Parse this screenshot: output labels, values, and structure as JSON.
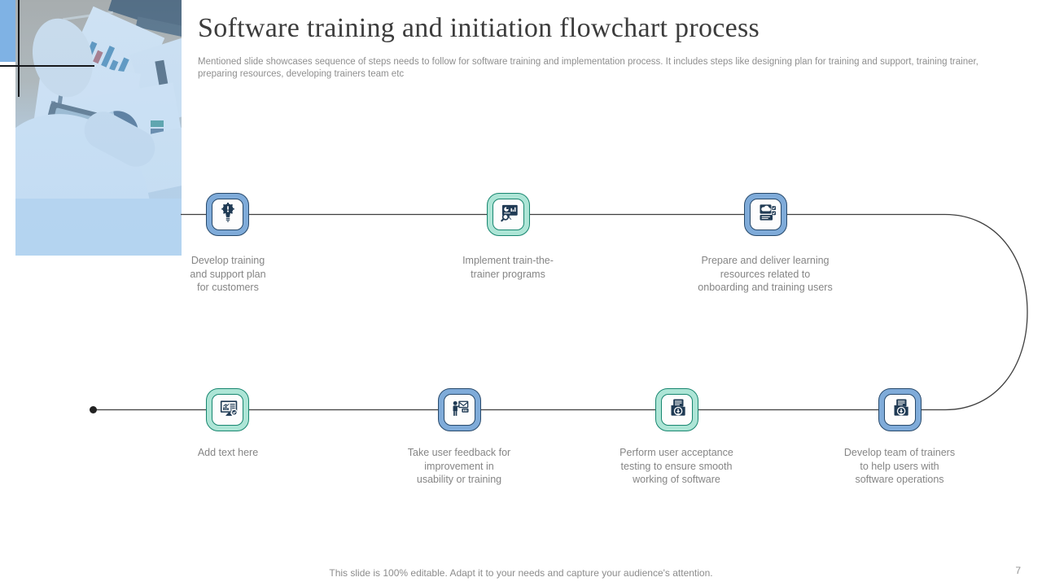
{
  "slide": {
    "title": "Software training and initiation flowchart process",
    "description": "Mentioned slide showcases sequence of steps needs to follow for software training and implementation process. It includes steps like designing plan for training and support, training trainer,\npreparing resources, developing trainers team etc",
    "footer": "This slide is 100% editable. Adapt it to your needs and capture your audience's attention.",
    "page_number": "7"
  },
  "colors": {
    "blue_node_fill": "#7fabd9",
    "blue_node_stroke": "#27496b",
    "teal_node_fill": "#ade5d6",
    "teal_node_stroke": "#17866f",
    "glyph": "#1f3a54",
    "connector": "#3f3f3f",
    "accent_rect": "#7fb2e4",
    "text_gray": "#858585"
  },
  "steps_top": [
    {
      "label": "Develop training\nand support plan\nfor customers",
      "icon": "lightbulb-gear-icon",
      "border": "blue"
    },
    {
      "label": "Implement train-the-\ntrainer programs",
      "icon": "presentation-search-icon",
      "border": "teal"
    },
    {
      "label": "Prepare and deliver learning\nresources related to\nonboarding and training users",
      "icon": "cloud-documents-icon",
      "border": "blue"
    }
  ],
  "steps_bottom": [
    {
      "label": "Add text here",
      "icon": "monitor-chart-icon",
      "border": "teal"
    },
    {
      "label": "Take user feedback for\nimprovement in\nusability or training",
      "icon": "presenter-board-icon",
      "border": "blue"
    },
    {
      "label": "Perform user acceptance\ntesting to ensure smooth\nworking of software",
      "icon": "folder-download-icon",
      "border": "teal"
    },
    {
      "label": "Develop team of trainers\nto help users with\nsoftware operations",
      "icon": "folder-download-icon",
      "border": "blue"
    }
  ]
}
